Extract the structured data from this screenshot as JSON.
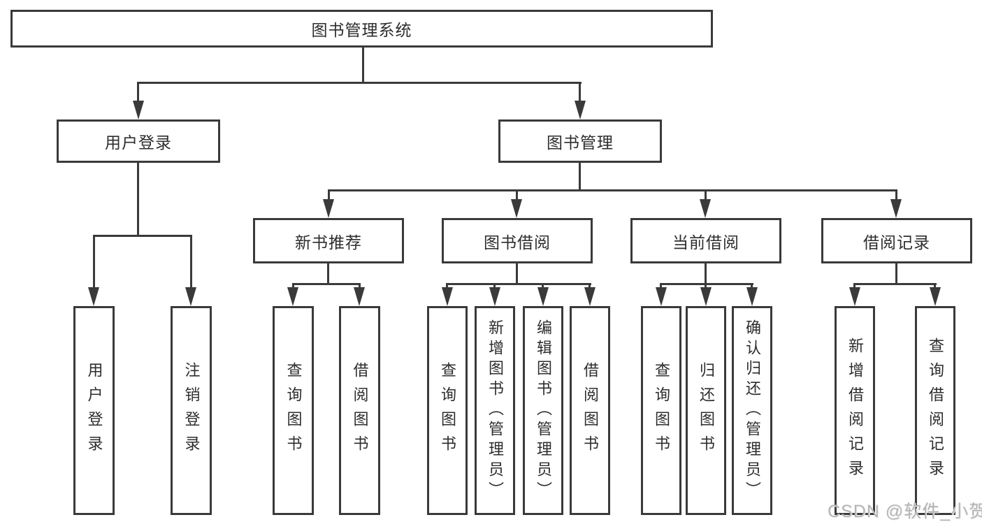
{
  "tree": {
    "label": "图书管理系统",
    "children": [
      {
        "label": "用户登录",
        "children": [
          {
            "label": "用户登录"
          },
          {
            "label": "注销登录"
          }
        ]
      },
      {
        "label": "图书管理",
        "children": [
          {
            "label": "新书推荐",
            "children": [
              {
                "label": "查询图书"
              },
              {
                "label": "借阅图书"
              }
            ]
          },
          {
            "label": "图书借阅",
            "children": [
              {
                "label": "查询图书"
              },
              {
                "label": "新增图书（管理员）"
              },
              {
                "label": "编辑图书（管理员）"
              },
              {
                "label": "借阅图书"
              }
            ]
          },
          {
            "label": "当前借阅",
            "children": [
              {
                "label": "查询图书"
              },
              {
                "label": "归还图书"
              },
              {
                "label": "确认归还（管理员）"
              }
            ]
          },
          {
            "label": "借阅记录",
            "children": [
              {
                "label": "新增借阅记录"
              },
              {
                "label": "查询借阅记录"
              }
            ]
          }
        ]
      }
    ]
  },
  "watermark": {
    "text": "CSDN @软件_小贺同学"
  },
  "colors": {
    "line": "#3a3a3a",
    "box_border": "#3a3a3a",
    "text": "#2d2d2d",
    "watermark": "#b5b5b5",
    "background": "#ffffff"
  }
}
